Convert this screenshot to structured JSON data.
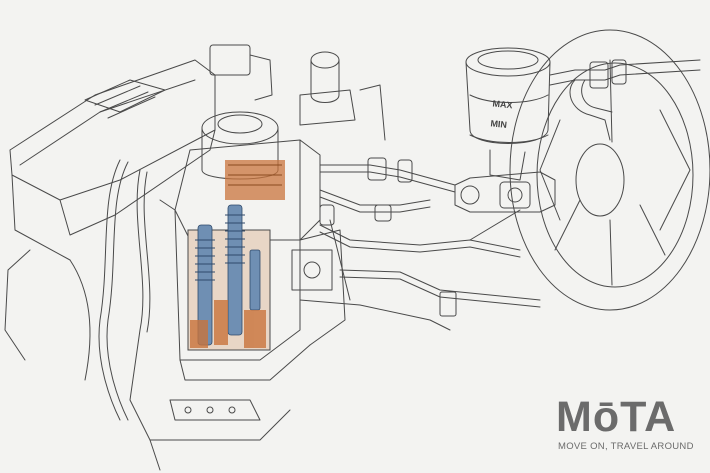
{
  "illustration": {
    "subject": "Cutaway line drawing of a car engine bay with a brake master cylinder and hydraulic unit",
    "reservoir_max_label": "MAX",
    "reservoir_min_label": "MIN"
  },
  "brand": {
    "logo_text": "MōTA",
    "tagline": "MOVE ON, TRAVEL AROUND"
  },
  "colors": {
    "background": "#f3f3f1",
    "line": "#4a4a4a",
    "cutaway_orange": "#c9743c",
    "cutaway_blue": "#6f8fb3",
    "logo_gray": "#6b6b6b"
  }
}
